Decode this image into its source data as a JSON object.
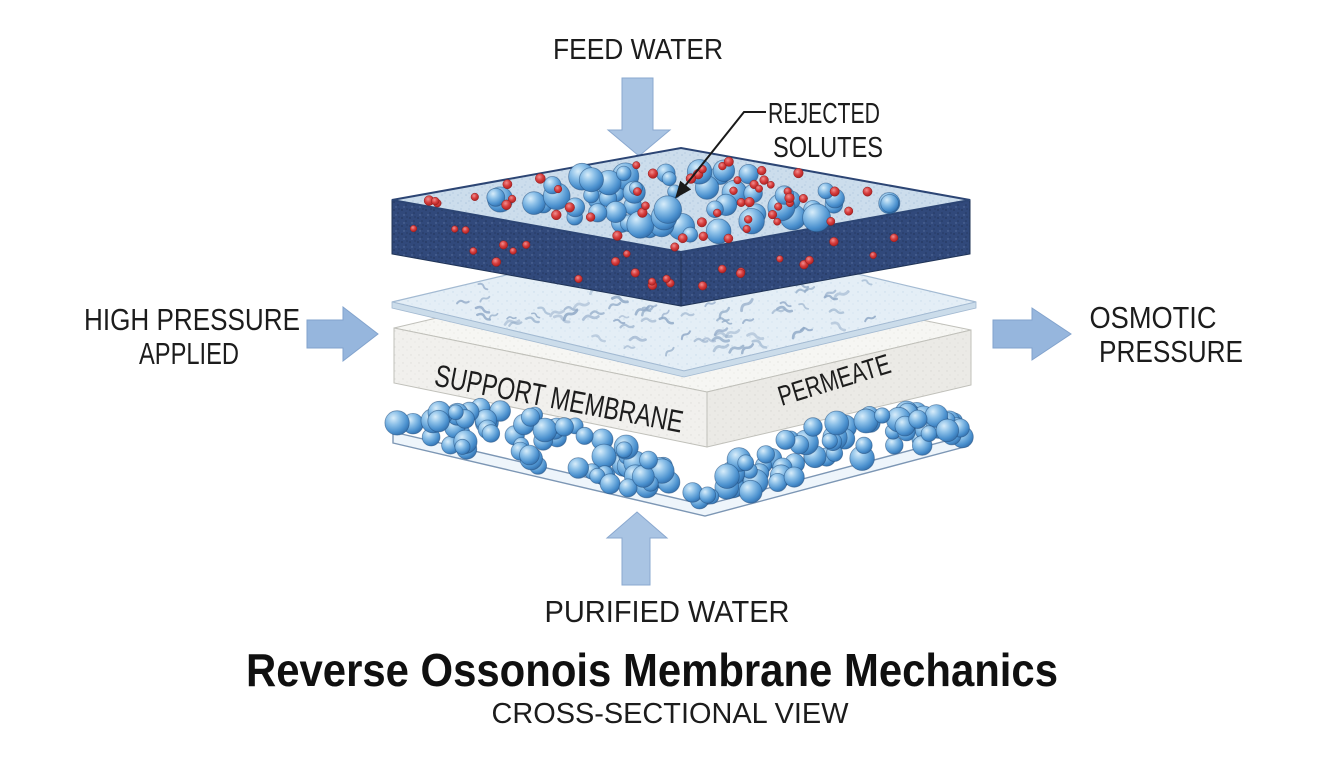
{
  "diagram": {
    "title": "Reverse Ossonois Membrane Mechanics",
    "subtitle": "CROSS-SECTIONAL VIEW",
    "labels": {
      "feed_water": "FEED WATER",
      "rejected_solutes_line1": "REJECTED",
      "rejected_solutes_line2": "SOLUTES",
      "high_pressure_line1": "HIGH PRESSURE",
      "high_pressure_line2": "APPLIED",
      "osmotic_line1": "OSMOTIC",
      "osmotic_line2": "PRESSURE",
      "purified_water": "PURIFIED WATER",
      "support_membrane": "SUPPORT MEMBRANE",
      "permeate": "PERMEATE"
    },
    "colors": {
      "background": "#ffffff",
      "text": "#1c1c1c",
      "arrow_vertical": "#a9c4e3",
      "arrow_horizontal": "#96b6dd",
      "membrane_side_navy": "#31497b",
      "membrane_top_blue": "#ccddec",
      "sheet_fill": "#e4eef6",
      "sheet_mark": "#8fa8c6",
      "support_slab_white": "#f6f6f3",
      "water_sphere_blue": "#4a90ce",
      "solute_red": "#c23030",
      "plate_outline": "#7c96b4",
      "leader_line": "#1a1a1a"
    },
    "particles": {
      "top_spheres": 62,
      "top_red_dots": 52,
      "side_red_dots": 26,
      "sheet_marks": 95,
      "band_spheres_per_arm": 78
    }
  }
}
